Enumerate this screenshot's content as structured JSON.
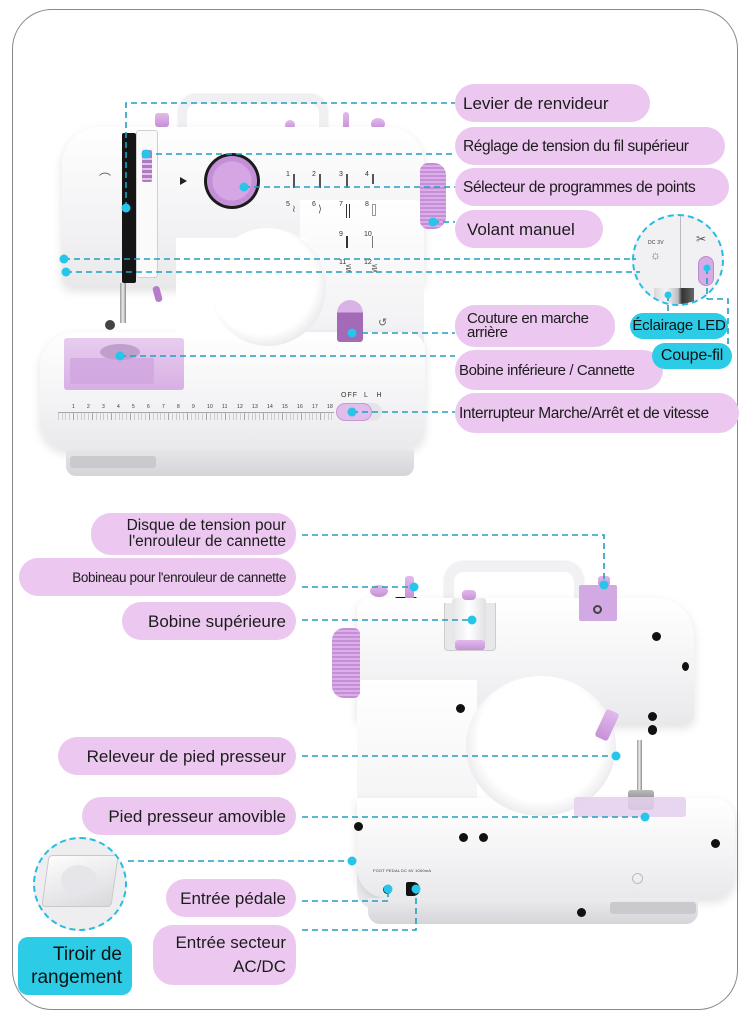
{
  "top_view": {
    "labels": {
      "bobbin_winder_lever": "Levier de renvideur",
      "upper_thread_tension": "Réglage de tension du fil supérieur",
      "stitch_selector": "Sélecteur de programmes de points",
      "handwheel": "Volant manuel",
      "reverse_stitch": [
        "Couture en marche",
        "arrière"
      ],
      "lower_bobbin": "Bobine inférieure / Cannette",
      "power_speed_switch": "Interrupteur Marche/Arrêt et de vitesse"
    },
    "highlights": {
      "led_light": "Éclairage LED",
      "thread_cutter": "Coupe-fil"
    },
    "inset": {
      "led_marking": "DC 3V"
    },
    "machine": {
      "stitch_patterns": [
        "1",
        "2",
        "3",
        "4",
        "5",
        "6",
        "7",
        "8",
        "9",
        "10",
        "11",
        "12"
      ],
      "switch_positions": [
        "OFF",
        "L",
        "H"
      ],
      "ruler_marks": [
        "1",
        "2",
        "3",
        "4",
        "5",
        "6",
        "7",
        "8",
        "9",
        "10",
        "11",
        "12",
        "13",
        "14",
        "15",
        "16",
        "17",
        "18"
      ]
    }
  },
  "bottom_view": {
    "labels": {
      "bobbin_winder_tension_disc": [
        "Disque de tension pour",
        "l'enrouleur de cannette"
      ],
      "bobbin_winder_spindle": "Bobineau pour l'enrouleur de cannette",
      "upper_spool": "Bobine supérieure",
      "presser_foot_lifter": "Releveur de pied presseur",
      "removable_presser_foot": "Pied presseur amovible",
      "foot_pedal_input": "Entrée pédale",
      "power_input": [
        "Entrée secteur",
        "AC/DC"
      ]
    },
    "highlights": {
      "storage_drawer": [
        "Tiroir de",
        "rangement"
      ]
    },
    "machine": {
      "port_labels": {
        "foot_pedal": "FOOT PEDAL",
        "dc_input": "DC 6V 1000mA"
      }
    }
  },
  "colors": {
    "label_pill": "#ecc8f0",
    "highlight_pill": "#2ccbe6",
    "callout_line": "#1f9fbf",
    "callout_dot": "#25c6ea",
    "machine_accent": "#c792d8"
  }
}
